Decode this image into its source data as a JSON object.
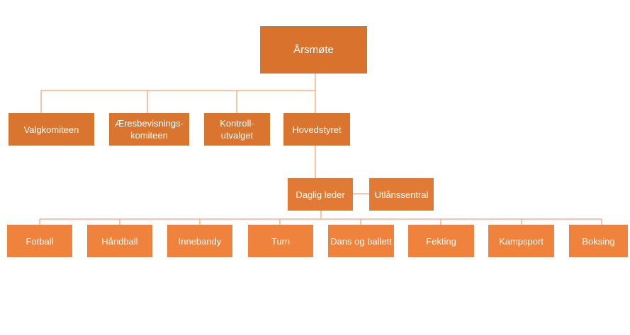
{
  "colors": {
    "connector": "#f0a37a",
    "box_top": "#d9722d",
    "box_mid": "#da7530",
    "box_lower": "#e17a35",
    "box_leaf": "#ef823d",
    "text": "#ffffff"
  },
  "root": {
    "label": "Årsmøte"
  },
  "committees": [
    {
      "label": "Valgkomiteen"
    },
    {
      "label": "Æresbevisnings-\nkomiteen"
    },
    {
      "label": "Kontroll-\nutvalget"
    },
    {
      "label": "Hovedstyret"
    }
  ],
  "management": {
    "leader": {
      "label": "Daglig leder"
    },
    "assistant": {
      "label": "Utlånssentral"
    }
  },
  "groups": [
    {
      "label": "Fotball"
    },
    {
      "label": "Håndball"
    },
    {
      "label": "Innebandy"
    },
    {
      "label": "Turn"
    },
    {
      "label": "Dans og ballett"
    },
    {
      "label": "Fekting"
    },
    {
      "label": "Kampsport"
    },
    {
      "label": "Boksing"
    }
  ]
}
